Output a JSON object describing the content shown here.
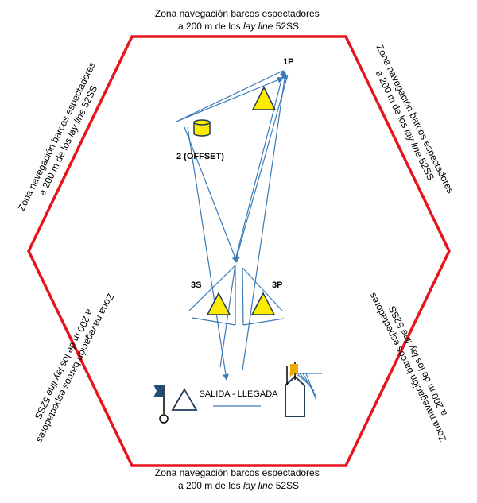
{
  "zone": {
    "line1": "Zona navegación barcos espectadores",
    "line2_prefix": "a 200 m de los ",
    "line2_italic": "lay line",
    "line2_suffix": " 52SS"
  },
  "marks": {
    "windward": "1P",
    "offset": "2 (OFFSET)",
    "gate_starboard": "3S",
    "gate_port": "3P"
  },
  "start_finish": "SALIDA - LLEGADA",
  "colors": {
    "boundary": "#e8141b",
    "mark_fill": "#ffeb00",
    "course_line": "#3a7ab8",
    "committee_boat": "#1f3b57",
    "committee_flag": "#f2a900",
    "pin_flag": "#1f4e79"
  }
}
